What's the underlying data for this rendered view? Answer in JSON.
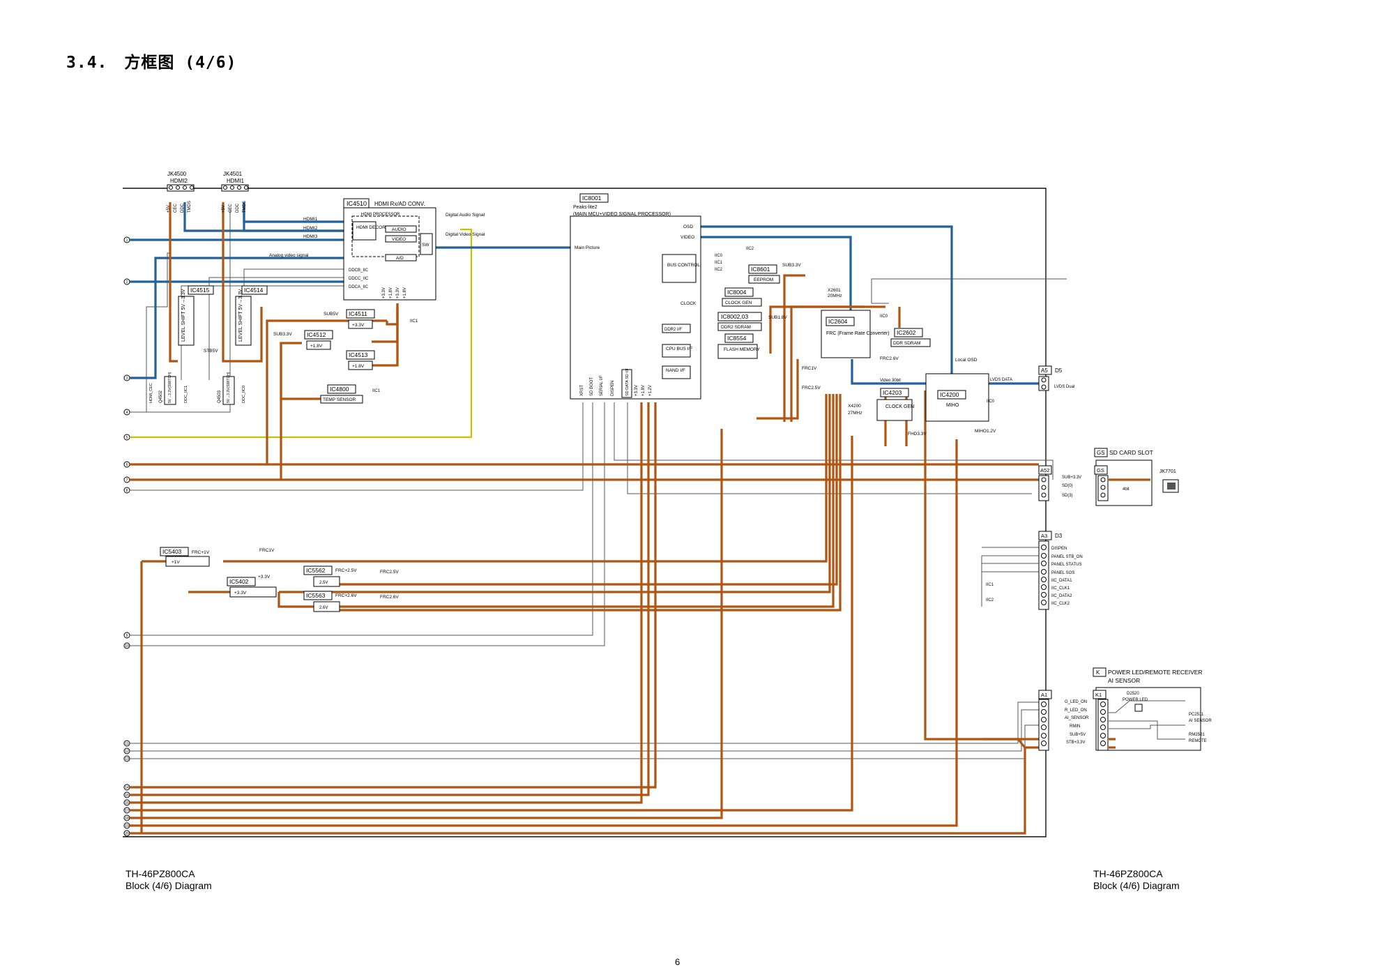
{
  "page": {
    "section_title": "3.4.　方框图 (4/6)",
    "footer_left": {
      "model": "TH-46PZ800CA",
      "caption": "Block (4/6) Diagram"
    },
    "footer_right": {
      "model": "TH-46PZ800CA",
      "caption": "Block (4/6) Diagram"
    },
    "page_number": "6"
  },
  "colors": {
    "power_line": "#b15511",
    "video_line": "#22629a",
    "analog_line": "#c9c000",
    "control_line": "#555555"
  },
  "connectors_top": {
    "jk4500": {
      "ref": "JK4500",
      "name": "HDMI2",
      "pins": [
        "+5V",
        "CEC",
        "DDC",
        "TMDS"
      ]
    },
    "jk4501": {
      "ref": "JK4501",
      "name": "HDMI1",
      "pins": [
        "+5V",
        "CEC",
        "DDC",
        "TMDS"
      ]
    }
  },
  "ic4510": {
    "ref": "IC4510",
    "title": "HDMI Rx/AD CONV.",
    "processor": "HDMI PROCESSOR",
    "decoder": "HDMI DECORD",
    "audio": "AUDIO",
    "video": "VIDEO",
    "sw": "SW",
    "ad": "A/D",
    "inputs": [
      "HDMI1",
      "HDMI2",
      "HDMI3"
    ],
    "analog_label": "Analog video signal",
    "ddc": [
      "DDCB_IIC",
      "DDCC_IIC",
      "DDCA_IIC"
    ],
    "supplies": [
      "+3.3V",
      "+1.8V",
      "+3.3V",
      "+1.8V"
    ],
    "iic": "IIC1",
    "digital_audio": "Digital Audio Signal",
    "digital_video": "Digital Video Signal"
  },
  "level_shifters": {
    "ic4515": {
      "ref": "IC4515",
      "text": "LEVEL SHIFT 5V→3.3V"
    },
    "ic4514": {
      "ref": "IC4514",
      "text": "LEVEL SHIFT 5V→3.3V"
    },
    "stb5v": "STB5V",
    "q4502": {
      "ref": "Q4502",
      "text": "5V→3.3V(SWITCH)",
      "pins": [
        "HDMI_CEC",
        "DDC_IIC1"
      ]
    },
    "q4503": {
      "ref": "Q4503",
      "text": "5V→3.3V(SWITCH)",
      "pins": [
        "DDC_IIC0"
      ]
    }
  },
  "regulators": {
    "ic4511": {
      "ref": "IC4511",
      "value": "+3.3V",
      "rail": "SUB5V"
    },
    "ic4512": {
      "ref": "IC4512",
      "value": "+1.8V",
      "rail": "SUB3.3V"
    },
    "ic4513": {
      "ref": "IC4513",
      "value": "+1.8V"
    },
    "ic4800": {
      "ref": "IC4800",
      "value": "TEMP SENSOR",
      "iic": "IIC1"
    },
    "ic5403": {
      "ref": "IC5403",
      "rail": "FRC+1V",
      "value": "+1V",
      "test": "FRC1V"
    },
    "ic5402": {
      "ref": "IC5402",
      "rail": "+3.3V",
      "value": "+3.3V"
    },
    "ic5562": {
      "ref": "IC5562",
      "rail": "FRC+2.5V",
      "value": "2.5V",
      "test": "FRC2.5V"
    },
    "ic5563": {
      "ref": "IC5563",
      "rail": "FRC+2.6V",
      "value": "2.6V",
      "test": "FRC2.6V"
    }
  },
  "ic8001": {
    "ref": "IC8001",
    "name": "Peaks-lite2",
    "desc": "(MAIN MCU+VIDEO SIGNAL PROCESSOR)",
    "outputs": [
      "OSD",
      "VIDEO"
    ],
    "main_picture": "Main Picture",
    "bus_control": "BUS CONTROL",
    "iic": [
      "IIC0",
      "IIC1",
      "IIC2"
    ],
    "iic_label": "IIC2",
    "clock": "CLOCK",
    "ddr2": "DDR2 I/F",
    "cpu_bus": "CPU BUS I/F",
    "nand": "NAND I/F",
    "bottom_pins": [
      "XRST",
      "SD BOOT",
      "SERIAL I/F",
      "DISPEN",
      "SD DATA SD I/F",
      "+3.3V",
      "+1.8V",
      "+1.2V"
    ]
  },
  "ic8601": {
    "ref": "IC8601",
    "value": "EEPROM",
    "rail": "SUB3.3V"
  },
  "ic8004": {
    "ref": "IC8004",
    "value": "CLOCK GEN"
  },
  "ic8002": {
    "ref": "IC8002,03",
    "value": "DDR2 SDRAM",
    "rail": "SUB1.8V"
  },
  "ic8554": {
    "ref": "IC8554",
    "value": "FLASH MEMORY"
  },
  "ic2604": {
    "ref": "IC2604",
    "value": "FRC (Frame Rate Converter)",
    "xtal": "X2601",
    "freq": "20MHz",
    "iic": "IIC0",
    "rail": "FRC1V",
    "rail2": "FRC2.5V"
  },
  "ic2602": {
    "ref": "IC2602",
    "value": "DDR SDRAM",
    "rail": "FRC2.6V"
  },
  "ic4203": {
    "ref": "IC4203",
    "value": "CLOCK GEN",
    "xtal": "X4200",
    "freq": "27MHz"
  },
  "ic4200": {
    "ref": "IC4200",
    "value": "MIHO",
    "iic": "IIC0",
    "rails": [
      "FHD3.3V",
      "MIHO1.2V"
    ],
    "video_label": "Video 30bit",
    "osd_label": "Local OSD",
    "lvds_label": "LVDS DATA"
  },
  "d5": {
    "tag": "A5",
    "name": "D5",
    "desc": "LVDS Dual"
  },
  "gs": {
    "tag": "GS",
    "name": "SD CARD SLOT",
    "a_tag": "A52",
    "g_tag": "GS",
    "jack": "JK7701",
    "pins": [
      "SUB+3.3V",
      "SD(0)",
      "SD(3)"
    ],
    "bus": "4bit"
  },
  "d3": {
    "tag": "A3",
    "name": "D3",
    "pins": [
      "DISPEN",
      "PANEL STB_ON",
      "PANEL STATUS",
      "PANEL SOS",
      "IIC_DATA1",
      "IIC_CLK1",
      "IIC_DATA2",
      "IIC_CLK2"
    ],
    "groups": [
      "IIC1",
      "IIC2"
    ]
  },
  "k": {
    "tag": "K",
    "name": "POWER LED/REMOTE RECEIVER",
    "name2": "AI SENSOR",
    "a_tag": "A1",
    "k_tag": "K1",
    "pins": [
      "G_LED_ON",
      "R_LED_ON",
      "AI_SENSOR",
      "RMIN",
      "SUB+5V",
      "STB+3.3V"
    ],
    "led": "D2520",
    "led_name": "POWER LED",
    "sensor": "PC2511",
    "sensor_name": "AI SENSOR",
    "remote": "RM2501",
    "remote_name": "REMOTE"
  },
  "left_markers": [
    "1",
    "2",
    "3",
    "4",
    "5",
    "6",
    "7",
    "8",
    "9",
    "10",
    "11",
    "12",
    "13",
    "14",
    "15",
    "16",
    "17",
    "18",
    "19",
    "20"
  ]
}
